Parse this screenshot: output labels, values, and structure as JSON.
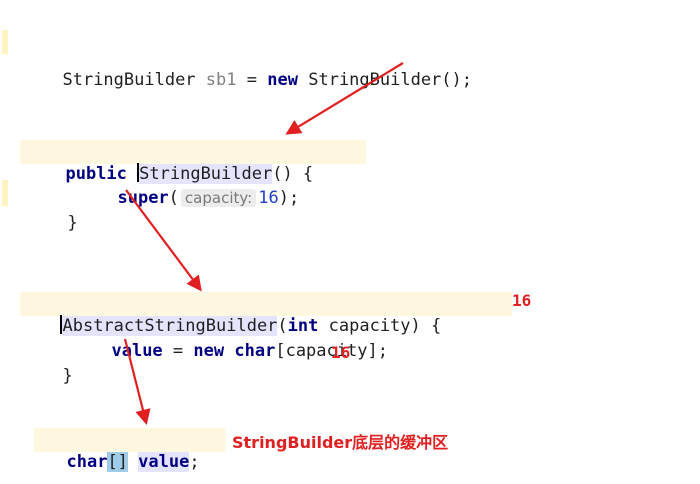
{
  "line1": {
    "type": "StringBuilder",
    "var": "sb1",
    "eq": "=",
    "kw_new": "new",
    "call": "StringBuilder",
    "tail": "();"
  },
  "constructor1": {
    "kw_public": "public",
    "name": "StringBuilder",
    "sig_tail": "() {",
    "kw_super": "super",
    "paren_open": "(",
    "hint_label": "capacity:",
    "hint_value": "16",
    "super_tail": ");",
    "close": "}"
  },
  "constructor2": {
    "name": "AbstractStringBuilder",
    "paren_open": "(",
    "kw_int": "int",
    "param": "capacity",
    "sig_tail": ") {",
    "kw_value": "value",
    "eq": "=",
    "kw_new": "new",
    "kw_char": "char",
    "array_expr": "[capacity];",
    "close": "}"
  },
  "field": {
    "kw_char": "char",
    "brackets": "[]",
    "name": "value",
    "semi": ";"
  },
  "annotations": {
    "sig_value": "16",
    "array_value": "16",
    "buffer_note": "StringBuilder底层的缓冲区"
  },
  "colors": {
    "arrow": "#e02020",
    "keyword": "#000080",
    "number": "#1f40c8"
  }
}
